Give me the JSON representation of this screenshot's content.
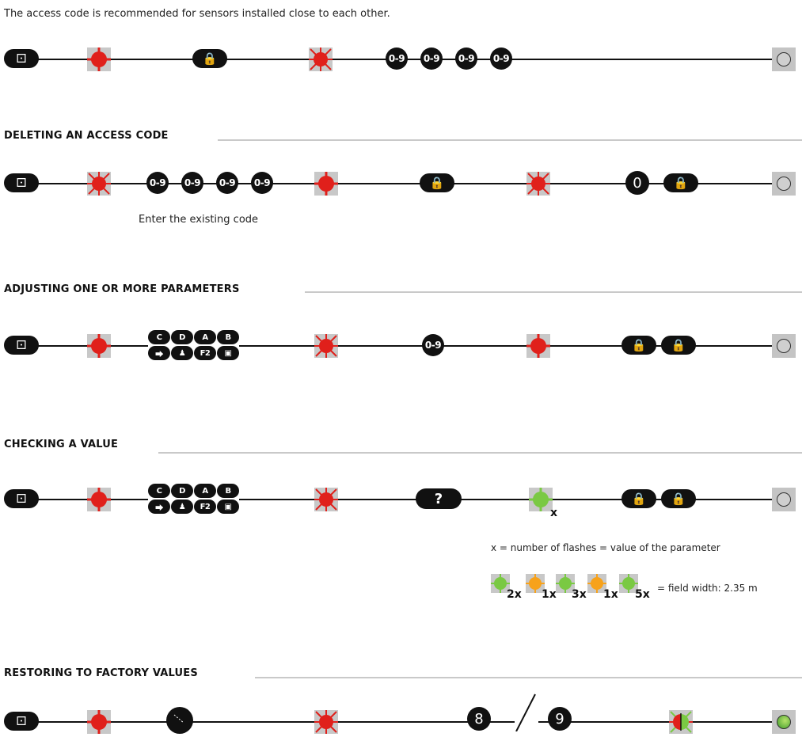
{
  "intro": "The access code is recommended for sensors installed close to each other.",
  "sections": {
    "deleting": {
      "title": "DELETING AN ACCESS CODE",
      "note": "Enter the existing code"
    },
    "adjusting": {
      "title": "ADJUSTING ONE OR MORE PARAMETERS"
    },
    "checking": {
      "title": "CHECKING A VALUE",
      "note": "x = number of flashes = value of the parameter",
      "example_label": "= field width: 2.35 m",
      "example_flashes": [
        "2x",
        "1x",
        "3x",
        "1x",
        "5x"
      ],
      "led_count_label": "x"
    },
    "restoring": {
      "title": "RESTORING TO FACTORY VALUES"
    }
  },
  "buttons": {
    "digits": "0-9",
    "zero": "0",
    "question": "?",
    "eight": "8",
    "nine": "9",
    "f2": "F2",
    "param_labels": [
      "C",
      "D",
      "A",
      "B"
    ]
  },
  "colors": {
    "red": "#e0201b",
    "green": "#7ac943",
    "orange": "#f7a21b",
    "gray": "#c8c8c8"
  }
}
